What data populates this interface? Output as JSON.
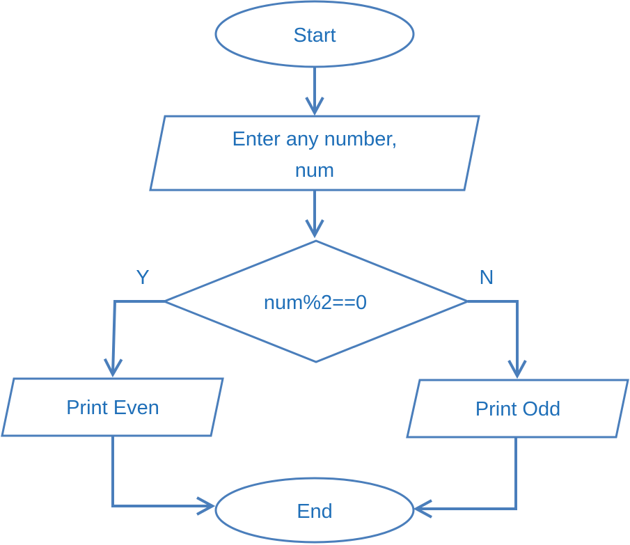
{
  "colors": {
    "stroke": "#4a7ebb",
    "text": "#1f6fb8",
    "background": "#ffffff"
  },
  "nodes": {
    "start": {
      "label": "Start"
    },
    "input": {
      "line1": "Enter any number,",
      "line2": "num"
    },
    "decision": {
      "label": "num%2==0"
    },
    "even": {
      "label": "Print Even"
    },
    "odd": {
      "label": "Print Odd"
    },
    "end": {
      "label": "End"
    }
  },
  "branches": {
    "yes": "Y",
    "no": "N"
  }
}
